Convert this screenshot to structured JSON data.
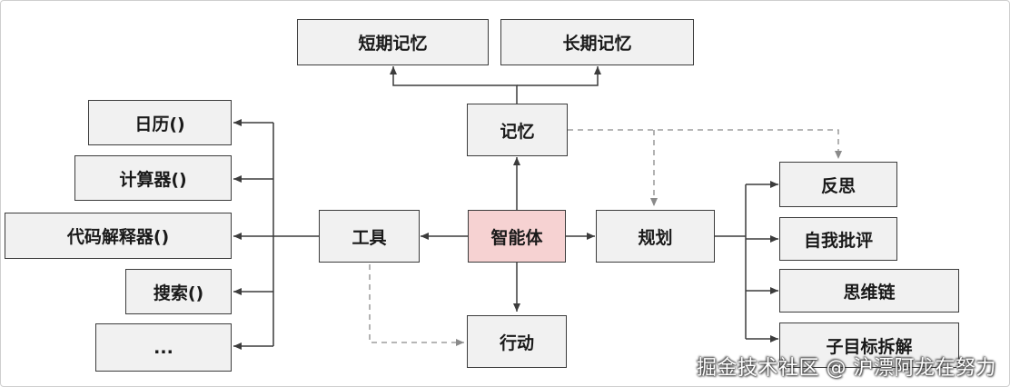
{
  "diagram": {
    "center": "智能体",
    "memory": {
      "label": "记忆",
      "children": [
        "短期记忆",
        "长期记忆"
      ]
    },
    "tools": {
      "label": "工具",
      "children": [
        "日历()",
        "计算器()",
        "代码解释器()",
        "搜索()",
        "..."
      ]
    },
    "planning": {
      "label": "规划",
      "children": [
        "反思",
        "自我批评",
        "思维链",
        "子目标拆解"
      ]
    },
    "action": {
      "label": "行动"
    }
  },
  "watermark": "掘金技术社区 @ 沪漂阿龙在努力",
  "colors": {
    "core_fill": "#f6d2d2",
    "node_fill": "#f1f1f1",
    "line": "#3c3c3c",
    "dashed": "#8a8a8a"
  }
}
